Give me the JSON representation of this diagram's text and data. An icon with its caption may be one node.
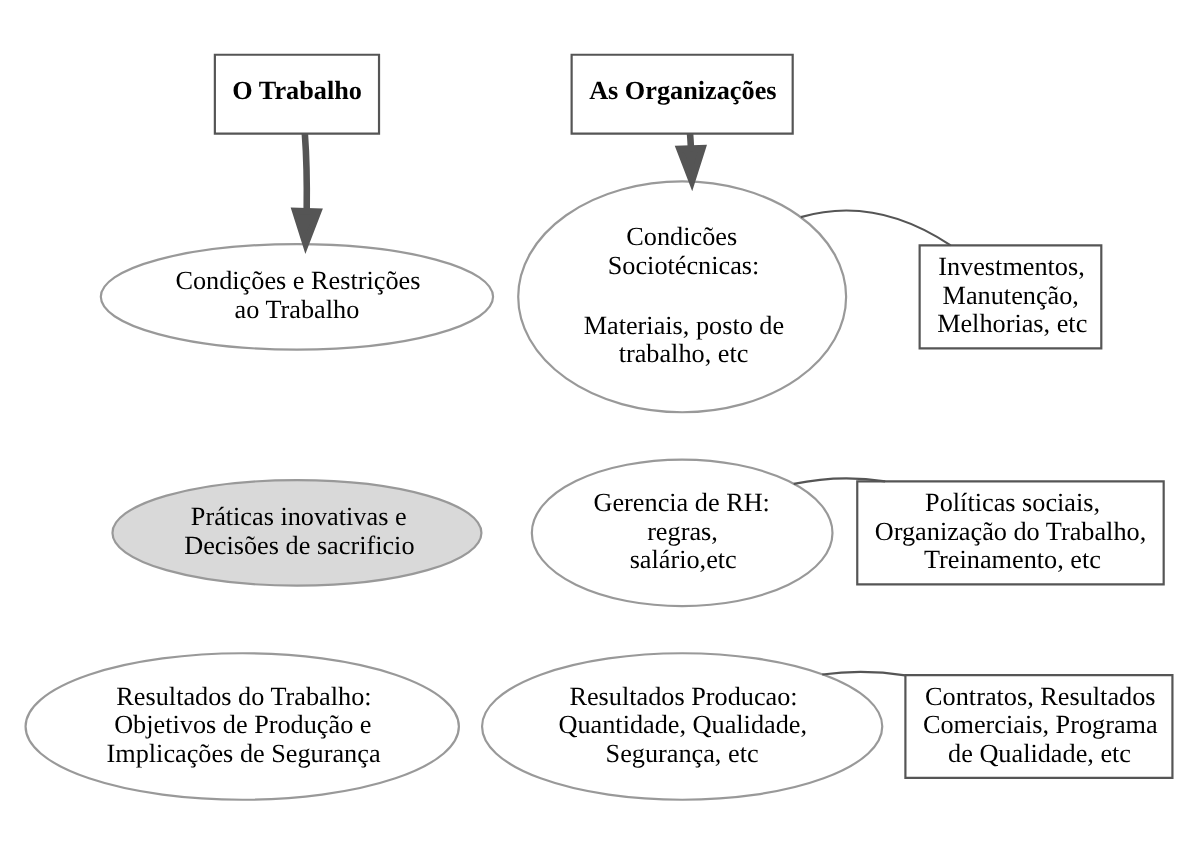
{
  "diagram": {
    "nodes": [
      {
        "text": [
          "O Trabalho"
        ]
      },
      {
        "text": [
          "As Organizações"
        ]
      },
      {
        "text": [
          "Condições e Restrições ao Trabalho"
        ]
      },
      {
        "text": [
          "Condicões Sociotécnicas:",
          "Materiais, posto de trabalho, etc"
        ]
      },
      {
        "text": [
          "Investmentos, Manutenção, Melhorias, etc"
        ]
      },
      {
        "text": [
          "Práticas inovativas e Decisões de sacrificio"
        ]
      },
      {
        "text": [
          "Gerencia de RH: regras, salário,etc"
        ]
      },
      {
        "text": [
          "Políticas sociais, Organização do Trabalho, Treinamento, etc"
        ]
      },
      {
        "text": [
          "Resultados do Trabalho: Objetivos de Produção e Implicações de Segurança"
        ]
      },
      {
        "text": [
          "Resultados Producao: Quantidade, Qualidade, Segurança, etc"
        ]
      },
      {
        "text": [
          "Contratos, Resultados Comerciais, Programa de Qualidade, etc"
        ]
      }
    ],
    "edges": [
      {
        "from": 0,
        "to": 2,
        "arrow": "to",
        "style": "thick"
      },
      {
        "from": 1,
        "to": 3,
        "arrow": "to",
        "style": "thick"
      },
      {
        "from": 3,
        "to": 4,
        "arrow": "none"
      },
      {
        "from": 6,
        "to": 7,
        "arrow": "none"
      },
      {
        "from": 9,
        "to": 10,
        "arrow": "none"
      }
    ]
  }
}
